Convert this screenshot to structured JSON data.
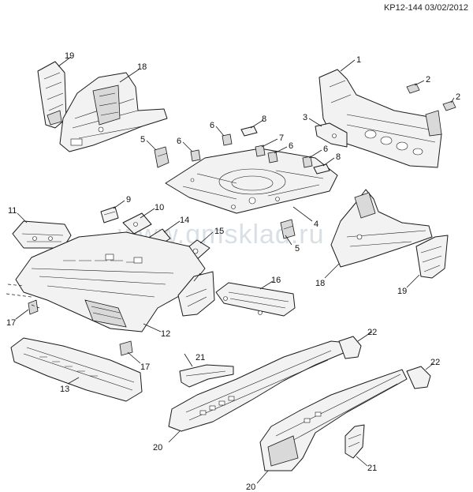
{
  "header": {
    "code": "KP12-144 03/02/2012"
  },
  "watermark": "www.gmsklad.ru",
  "callouts": {
    "c1": "1",
    "c2a": "2",
    "c2b": "2",
    "c3": "3",
    "c4": "4",
    "c5a": "5",
    "c5b": "5",
    "c6a": "6",
    "c6b": "6",
    "c6c": "6",
    "c6d": "6",
    "c7": "7",
    "c8a": "8",
    "c8b": "8",
    "c9": "9",
    "c10": "10",
    "c11": "11",
    "c12": "12",
    "c13": "13",
    "c14": "14",
    "c15": "15",
    "c16": "16",
    "c17a": "17",
    "c17b": "17",
    "c18a": "18",
    "c18b": "18",
    "c19a": "19",
    "c19b": "19",
    "c20a": "20",
    "c20b": "20",
    "c21a": "21",
    "c21b": "21",
    "c22a": "22",
    "c22b": "22"
  }
}
